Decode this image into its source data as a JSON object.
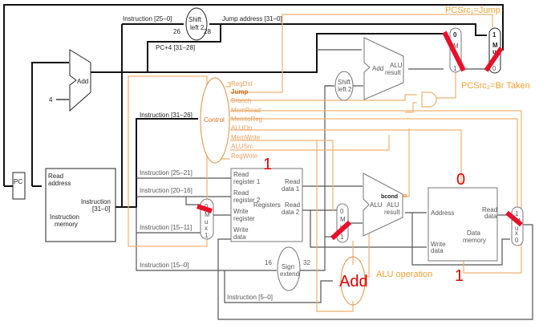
{
  "diagram": {
    "type": "MIPS single-cycle datapath with jump",
    "annotations": {
      "pcsrc1": "PCSrc₁=Jump",
      "pcsrc2": "PCSrc₂=Br Taken",
      "regwrite_value": "1",
      "memread_value": "0",
      "memwrite_value": "1",
      "alu_control_value": "Add",
      "alu_operation": "ALU operation"
    },
    "blocks": {
      "pc": "PC",
      "add_pc": "Add",
      "four": "4",
      "shift_jump": [
        "Shift",
        "left 2"
      ],
      "shift_branch": [
        "Shift",
        "left 2"
      ],
      "add_branch": "Add",
      "add_branch_result": [
        "ALU",
        "result"
      ],
      "control": "Control",
      "imem": {
        "read_address": [
          "Read",
          "address"
        ],
        "instruction_out": [
          "Instruction",
          "[31–0]"
        ],
        "name": [
          "Instruction",
          "memory"
        ]
      },
      "registers": {
        "read_reg1": [
          "Read",
          "register 1"
        ],
        "read_reg2": [
          "Read",
          "register 2"
        ],
        "write_reg": [
          "Write",
          "register"
        ],
        "write_data": [
          "Write",
          "data"
        ],
        "read_data1": [
          "Read",
          "data 1"
        ],
        "read_data2": [
          "Read",
          "data 2"
        ],
        "name": "Registers"
      },
      "alu": {
        "name": "ALU",
        "bcond": "bcond",
        "result": [
          "ALU",
          "result"
        ]
      },
      "dmem": {
        "address": "Address",
        "write_data": [
          "Write",
          "data"
        ],
        "read_data": [
          "Read",
          "data"
        ],
        "name": [
          "Data",
          "memory"
        ]
      },
      "sign_extend": [
        "Sign",
        "extend"
      ],
      "sign_in_bits": "16",
      "sign_out_bits": "32"
    },
    "muxes": {
      "regdst": [
        "0",
        "M",
        "u",
        "x",
        "1"
      ],
      "alusrc": [
        "0",
        "M",
        "u",
        "1"
      ],
      "memtoreg": [
        "1",
        "M",
        "u",
        "x",
        "0"
      ],
      "branch": [
        "0",
        "M",
        "1"
      ],
      "jump": [
        "1",
        "M",
        "u",
        "0"
      ]
    },
    "wire_labels": {
      "instr_25_0": "Instruction [25–0]",
      "bits26": "26",
      "bits28": "28",
      "jump_address": "Jump address [31–0]",
      "pc4": "PC+4 [31–28]",
      "instr_31_26": "Instruction [31–26]",
      "instr_25_21": "Instruction [25–21]",
      "instr_20_16": "Instruction [20–16]",
      "instr_15_11": "Instruction [15–11]",
      "instr_15_0": "Instruction [15–0]",
      "instr_5_0": "Instruction [5–0]"
    },
    "control_signals": [
      {
        "name": "RegDst",
        "highlight": false
      },
      {
        "name": "Jump",
        "highlight": true
      },
      {
        "name": "Branch",
        "highlight": false
      },
      {
        "name": "MemRead",
        "highlight": false
      },
      {
        "name": "MemtoReg",
        "highlight": false
      },
      {
        "name": "ALUOp",
        "highlight": false
      },
      {
        "name": "MemWrite",
        "highlight": false
      },
      {
        "name": "ALUSrc",
        "highlight": false
      },
      {
        "name": "RegWrite",
        "highlight": false
      }
    ]
  }
}
